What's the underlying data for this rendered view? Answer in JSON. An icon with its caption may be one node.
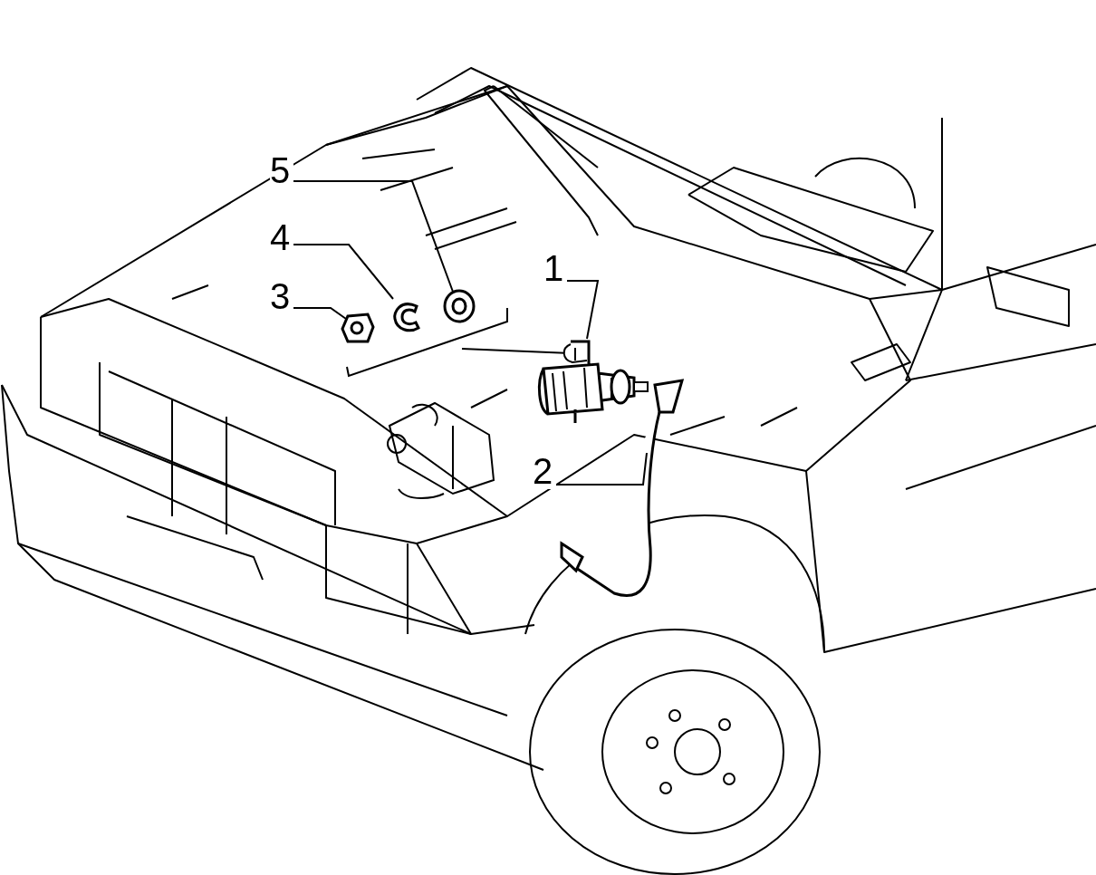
{
  "diagram": {
    "nodes": [
      {
        "text": [
          "1"
        ]
      },
      {
        "text": [],
        "shape": "picture"
      },
      {
        "text": [
          "2"
        ]
      },
      {
        "text": [],
        "shape": "picture"
      },
      {
        "text": [
          "3"
        ]
      },
      {
        "text": [],
        "shape": "picture"
      },
      {
        "text": [
          "4"
        ]
      },
      {
        "text": [],
        "shape": "picture"
      },
      {
        "text": [
          "5"
        ]
      },
      {
        "text": [],
        "shape": "picture"
      }
    ],
    "edges": [
      {
        "from": 0,
        "to": 1,
        "arrow": "none"
      },
      {
        "from": 2,
        "to": 3,
        "arrow": "none"
      },
      {
        "from": 4,
        "to": 5,
        "arrow": "none"
      },
      {
        "from": 6,
        "to": 7,
        "arrow": "none"
      },
      {
        "from": 8,
        "to": 9,
        "arrow": "none"
      }
    ]
  }
}
